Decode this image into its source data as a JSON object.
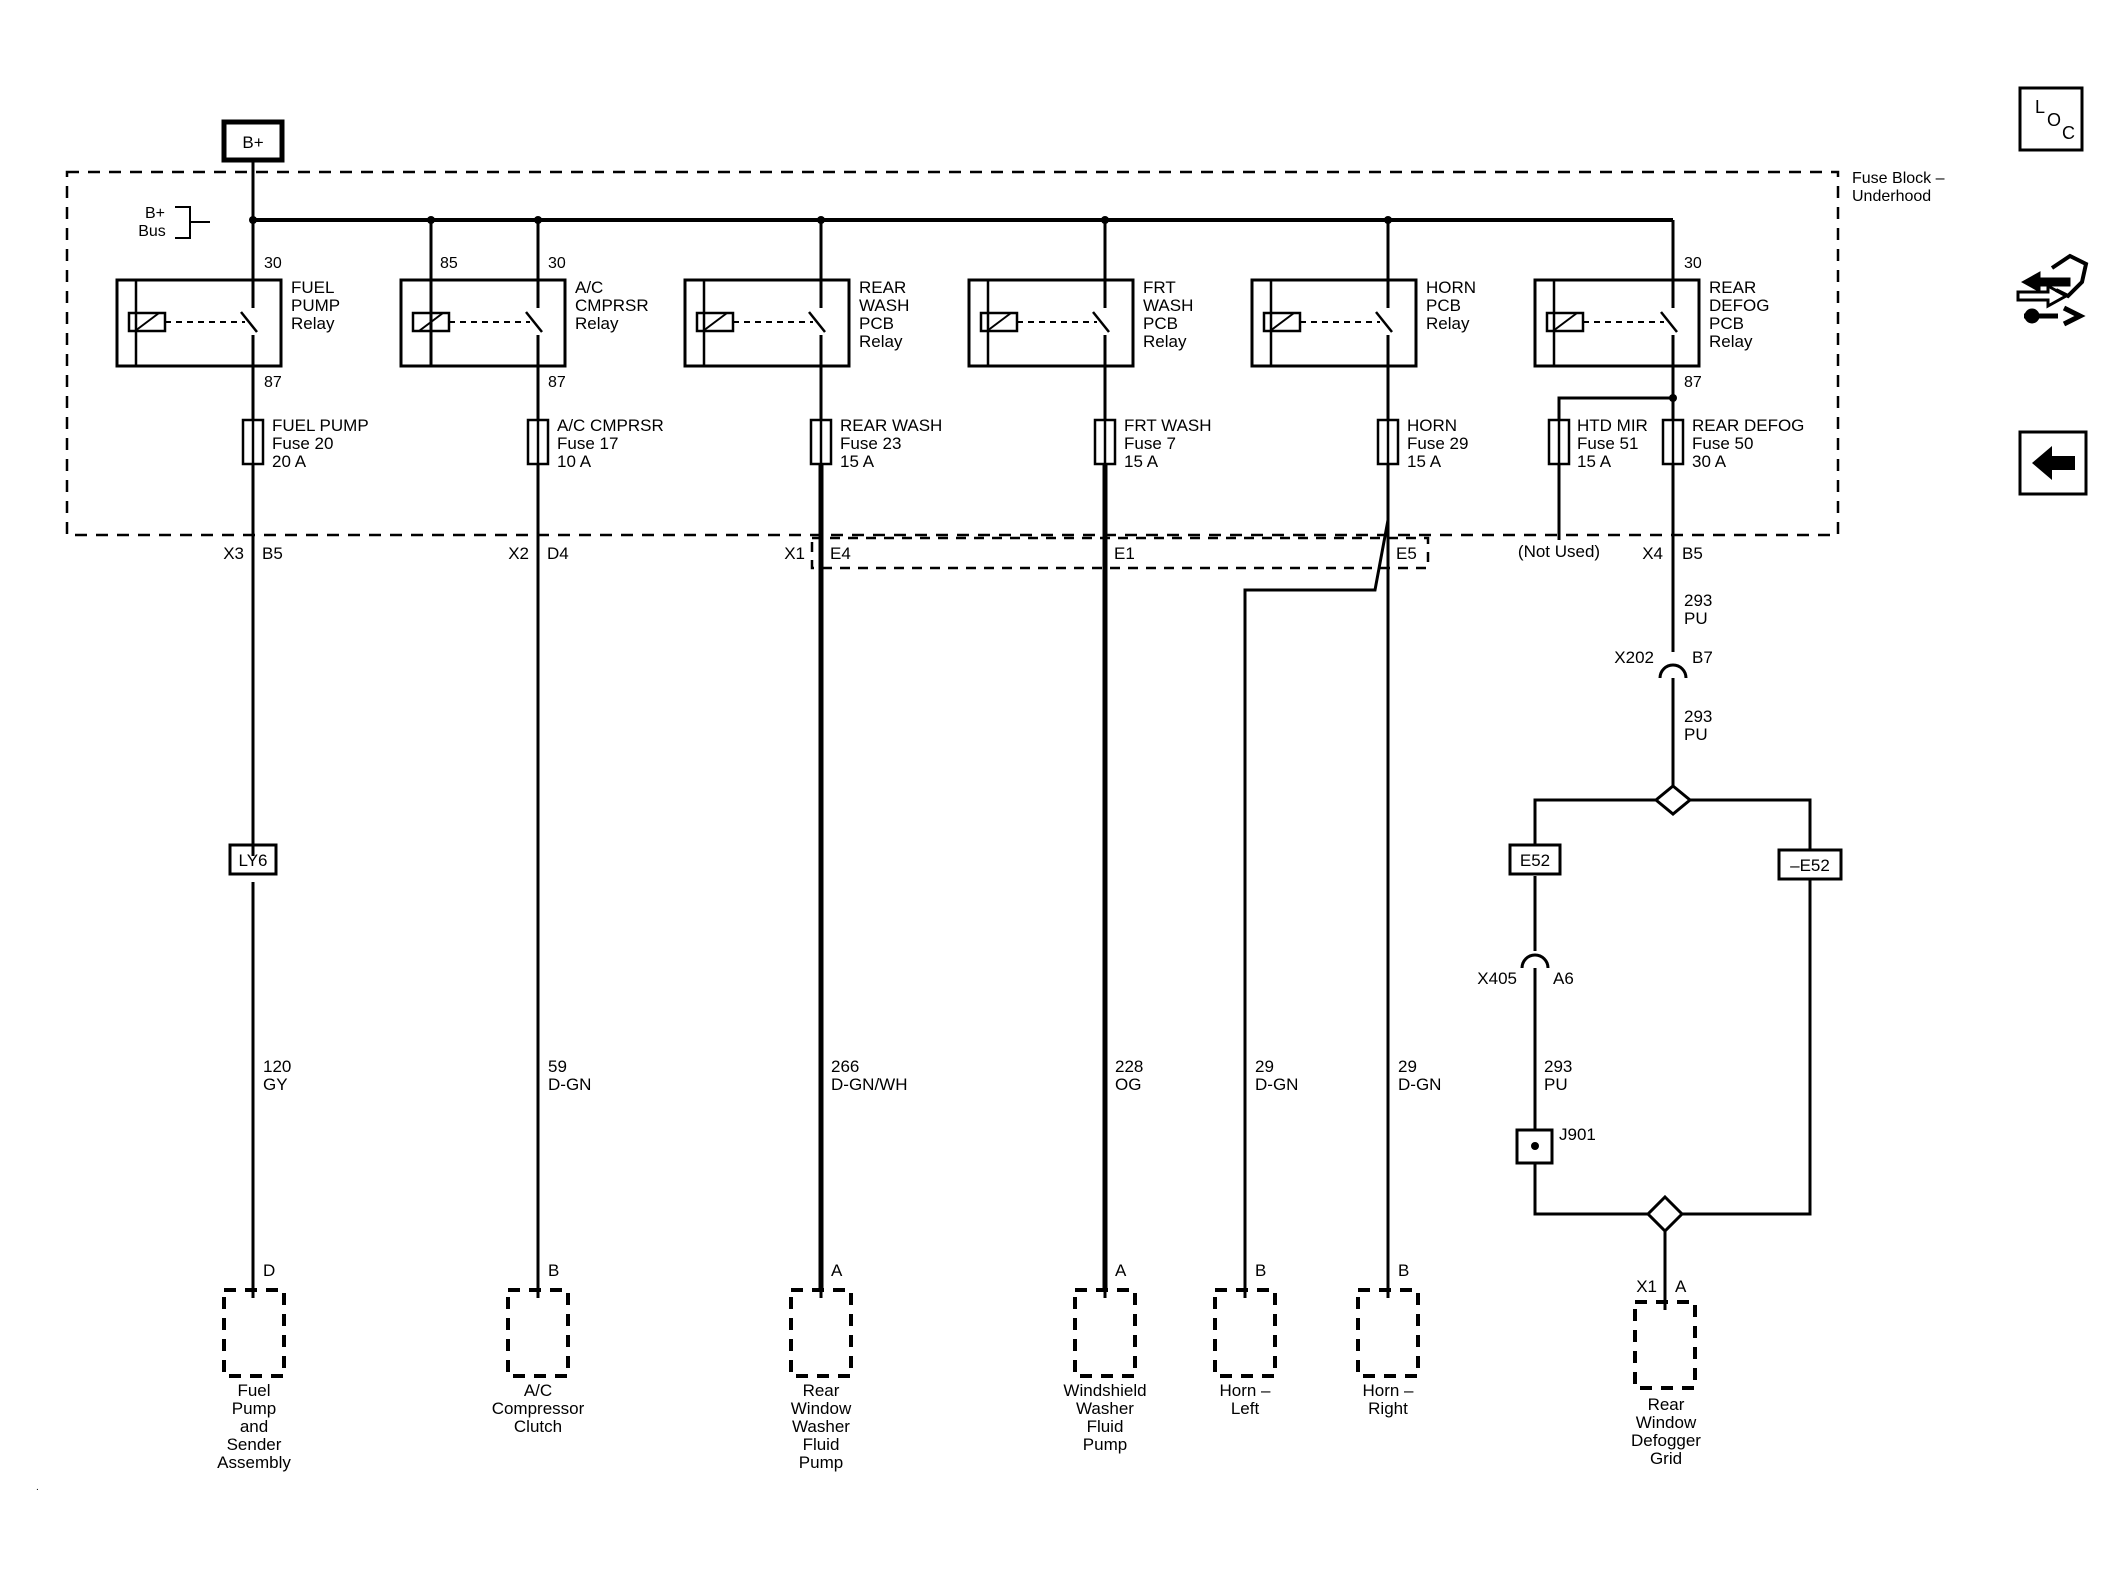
{
  "header": {
    "bplus_box": "B+",
    "bus_label_1": "B+",
    "bus_label_2": "Bus",
    "fuse_block_1": "Fuse Block –",
    "fuse_block_2": "Underhood"
  },
  "side_buttons": {
    "loc_l": "L",
    "loc_o": "O",
    "loc_c": "C"
  },
  "relays": [
    {
      "pin_left": "",
      "pin_top": "30",
      "pin_bottom": "87",
      "name": [
        "FUEL",
        "PUMP",
        "Relay"
      ]
    },
    {
      "pin_left": "85",
      "pin_top": "30",
      "pin_bottom": "87",
      "name": [
        "A/C",
        "CMPRSR",
        "Relay"
      ]
    },
    {
      "pin_left": "",
      "pin_top": "",
      "pin_bottom": "",
      "name": [
        "REAR",
        "WASH",
        "PCB",
        "Relay"
      ]
    },
    {
      "pin_left": "",
      "pin_top": "",
      "pin_bottom": "",
      "name": [
        "FRT",
        "WASH",
        "PCB",
        "Relay"
      ]
    },
    {
      "pin_left": "",
      "pin_top": "",
      "pin_bottom": "",
      "name": [
        "HORN",
        "PCB",
        "Relay"
      ]
    },
    {
      "pin_left": "",
      "pin_top": "30",
      "pin_bottom": "87",
      "name": [
        "REAR",
        "DEFOG",
        "PCB",
        "Relay"
      ]
    }
  ],
  "fuses": [
    {
      "name": "FUEL PUMP",
      "fuse": "Fuse 20",
      "amp": "20 A"
    },
    {
      "name": "A/C CMPRSR",
      "fuse": "Fuse 17",
      "amp": "10 A"
    },
    {
      "name": "REAR WASH",
      "fuse": "Fuse 23",
      "amp": "15 A"
    },
    {
      "name": "FRT WASH",
      "fuse": "Fuse 7",
      "amp": "15 A"
    },
    {
      "name": "HORN",
      "fuse": "Fuse 29",
      "amp": "15 A"
    },
    {
      "name": "HTD MIR",
      "fuse": "Fuse 51",
      "amp": "15 A"
    },
    {
      "name": "REAR DEFOG",
      "fuse": "Fuse 50",
      "amp": "30 A"
    }
  ],
  "connectors": {
    "c1_conn": "X3",
    "c1_pin": "B5",
    "c2_conn": "X2",
    "c2_pin": "D4",
    "c3_conn": "X1",
    "c3_pin": "E4",
    "c4_pin": "E1",
    "c5_pin": "E5",
    "not_used": "(Not Used)",
    "c6_conn": "X4",
    "c6_pin": "B5"
  },
  "defog_branch": {
    "wire_a_num": "293",
    "wire_a_color": "PU",
    "x202_conn": "X202",
    "x202_pin": "B7",
    "wire_b_num": "293",
    "wire_b_color": "PU",
    "opt_left": "E52",
    "opt_right": "–E52",
    "x405_conn": "X405",
    "x405_pin": "A6",
    "wire_c_num": "293",
    "wire_c_color": "PU",
    "splice": "J901",
    "grid_conn": "X1",
    "grid_pin": "A"
  },
  "option_ly6": "LY6",
  "wires": [
    {
      "num": "120",
      "color": "GY"
    },
    {
      "num": "59",
      "color": "D-GN"
    },
    {
      "num": "266",
      "color": "D-GN/WH"
    },
    {
      "num": "228",
      "color": "OG"
    },
    {
      "num": "29",
      "color": "D-GN"
    },
    {
      "num": "29",
      "color": "D-GN"
    }
  ],
  "components": [
    {
      "pin": "D",
      "name": [
        "Fuel",
        "Pump",
        "and",
        "Sender",
        "Assembly"
      ]
    },
    {
      "pin": "B",
      "name": [
        "A/C",
        "Compressor",
        "Clutch"
      ]
    },
    {
      "pin": "A",
      "name": [
        "Rear",
        "Window",
        "Washer",
        "Fluid",
        "Pump"
      ]
    },
    {
      "pin": "A",
      "name": [
        "Windshield",
        "Washer",
        "Fluid",
        "Pump"
      ]
    },
    {
      "pin": "B",
      "name": [
        "Horn –",
        "Left"
      ]
    },
    {
      "pin": "B",
      "name": [
        "Horn –",
        "Right"
      ]
    },
    {
      "pin": "",
      "name": [
        "Rear",
        "Window",
        "Defogger",
        "Grid"
      ]
    }
  ]
}
